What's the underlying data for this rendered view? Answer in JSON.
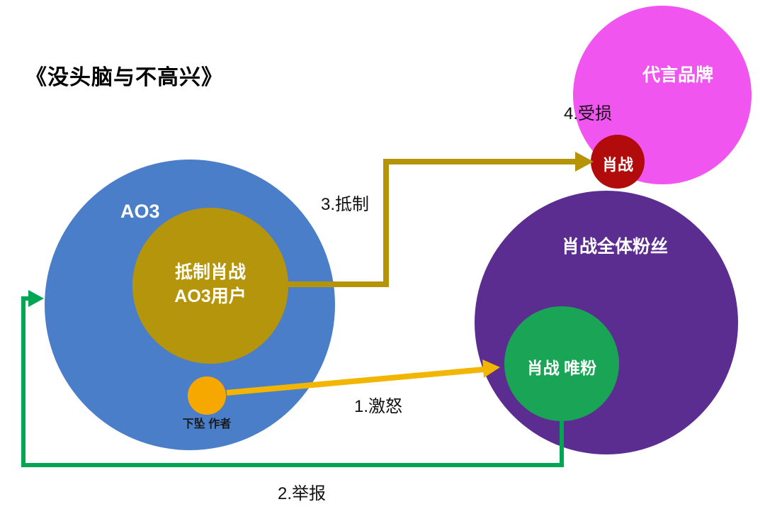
{
  "title": "《没头脑与不高兴》",
  "diagram": {
    "ao3_circle": {
      "label": "AO3",
      "color": "#4a7ec8"
    },
    "boycott_circle": {
      "line1": "抵制肖战",
      "line2": "AO3用户",
      "color": "#b5950b"
    },
    "author_circle": {
      "label": "下坠 作者",
      "color": "#f7a800"
    },
    "brand_circle": {
      "label": "代言品牌",
      "color": "#f055ef"
    },
    "xiaozhan_circle": {
      "label": "肖战",
      "color": "#b20b0b"
    },
    "allfans_circle": {
      "label": "肖战全体粉丝",
      "color": "#5c2d91"
    },
    "solofans_circle": {
      "label": "肖战 唯粉",
      "color": "#1aa456"
    }
  },
  "arrows": {
    "anger": {
      "label": "1.激怒",
      "color": "#f2b600"
    },
    "report": {
      "label": "2.举报",
      "color": "#00a651"
    },
    "boycott": {
      "label": "3.抵制",
      "color": "#b5940a"
    },
    "damage": {
      "label": "4.受损"
    }
  }
}
